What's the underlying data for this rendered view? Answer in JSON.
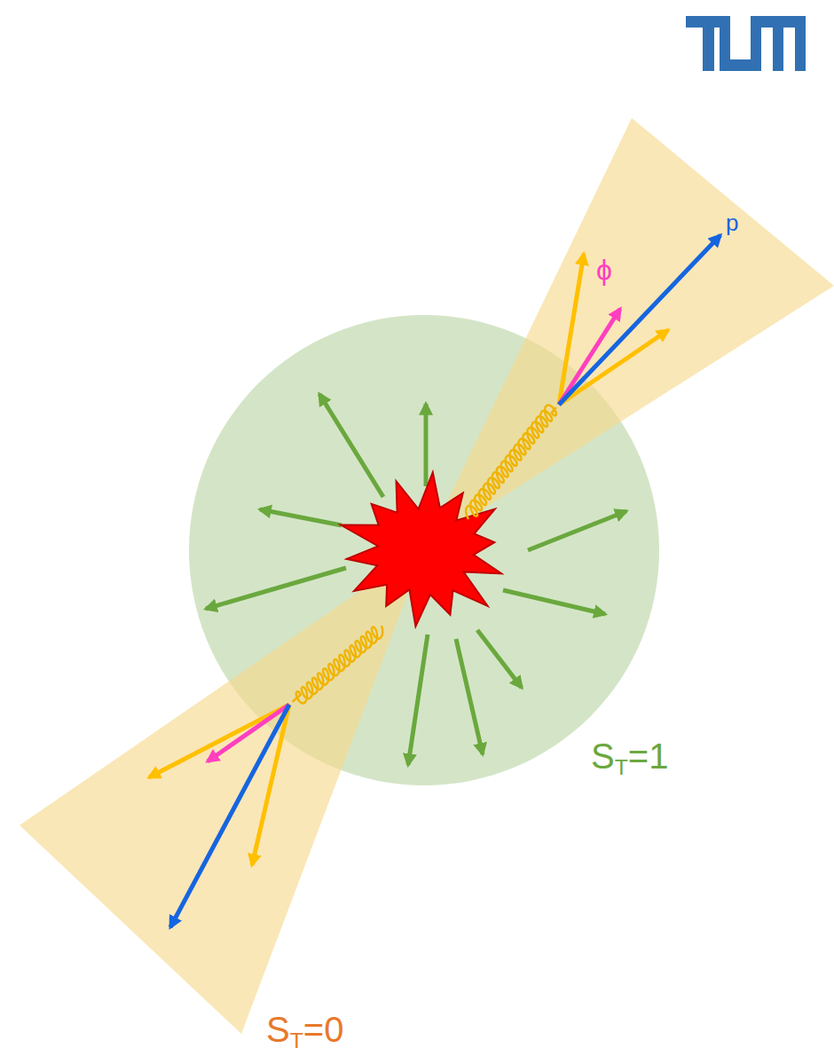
{
  "diagram": {
    "labels": [
      "ϕ",
      "p",
      "ST=1",
      "ST=0"
    ]
  }
}
